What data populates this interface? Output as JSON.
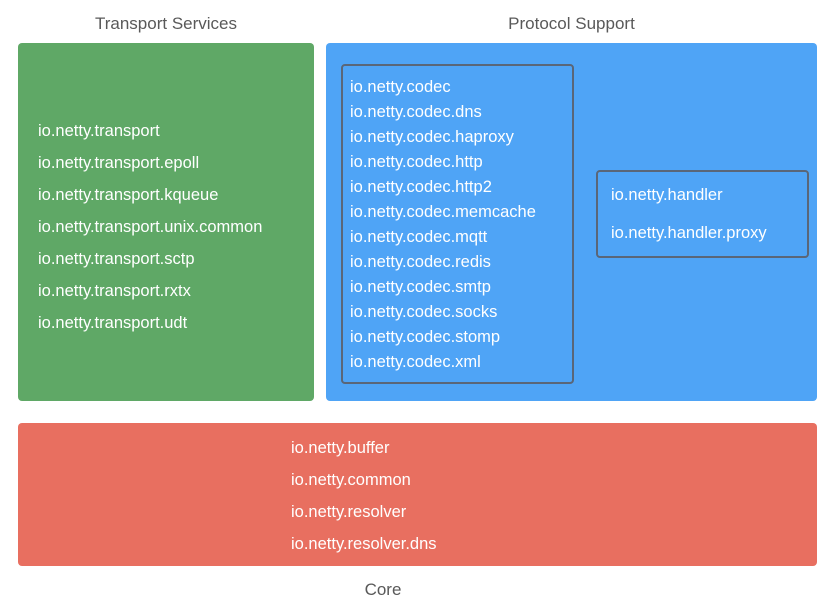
{
  "colors": {
    "transport_panel": "#5fa866",
    "protocol_panel": "#4fa4f6",
    "core_panel": "#e86f60",
    "box_border": "#5a6678",
    "label_text": "#595959",
    "package_text": "#ffffff"
  },
  "transport": {
    "title": "Transport Services",
    "packages": [
      "io.netty.transport",
      "io.netty.transport.epoll",
      "io.netty.transport.kqueue",
      "io.netty.transport.unix.common",
      "io.netty.transport.sctp",
      "io.netty.transport.rxtx",
      "io.netty.transport.udt"
    ]
  },
  "protocol": {
    "title": "Protocol Support",
    "codec_packages": [
      "io.netty.codec",
      "io.netty.codec.dns",
      "io.netty.codec.haproxy",
      "io.netty.codec.http",
      "io.netty.codec.http2",
      "io.netty.codec.memcache",
      "io.netty.codec.mqtt",
      "io.netty.codec.redis",
      "io.netty.codec.smtp",
      "io.netty.codec.socks",
      "io.netty.codec.stomp",
      "io.netty.codec.xml"
    ],
    "handler_packages": [
      "io.netty.handler",
      "io.netty.handler.proxy"
    ]
  },
  "core": {
    "title": "Core",
    "packages": [
      "io.netty.buffer",
      "io.netty.common",
      "io.netty.resolver",
      "io.netty.resolver.dns"
    ]
  }
}
